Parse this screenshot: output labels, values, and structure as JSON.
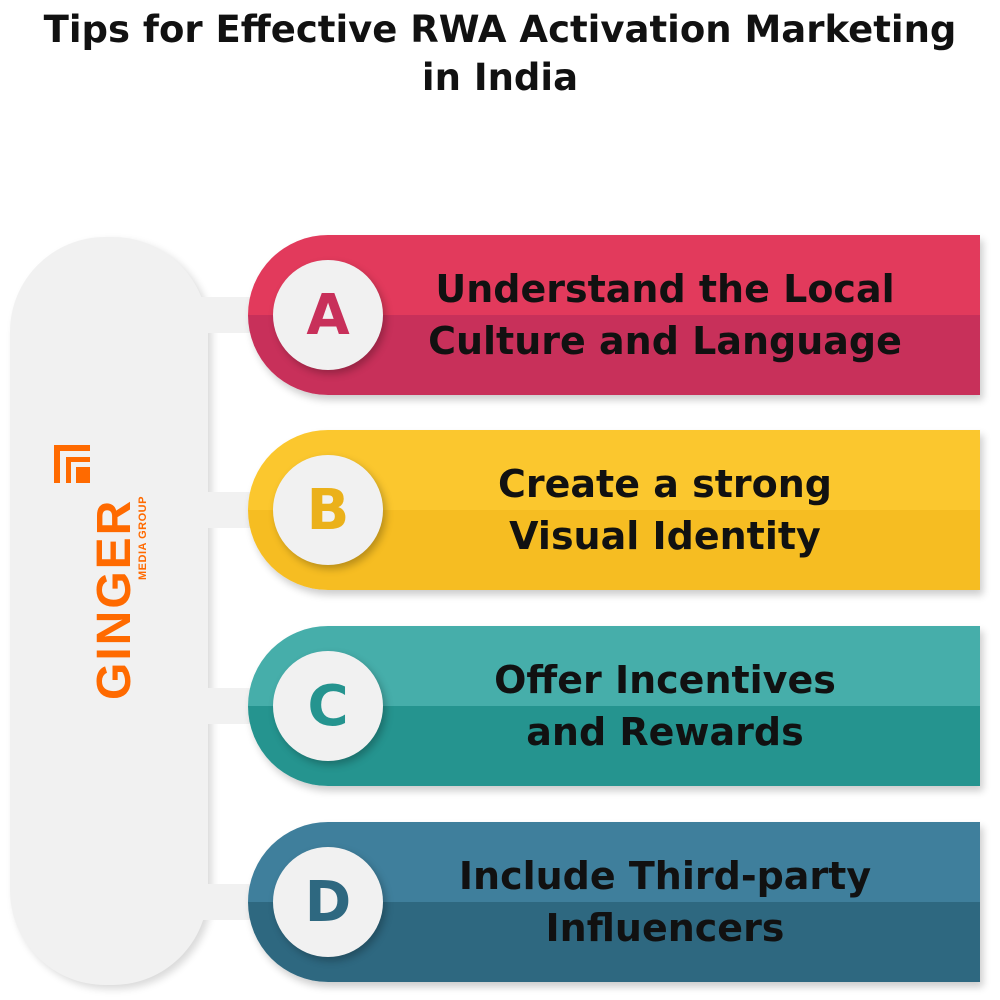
{
  "title": "Tips for Effective RWA Activation Marketing\nin India",
  "logo": {
    "name": "GINGER",
    "tagline": "MEDIA GROUP",
    "color": "#ff6a00"
  },
  "items": [
    {
      "letter": "A",
      "text": "Understand the Local\nCulture and Language",
      "color_top": "#e23a5c",
      "color_bottom": "#c8305a",
      "letter_color": "#c8305a"
    },
    {
      "letter": "B",
      "text": "Create a strong\nVisual Identity",
      "color_top": "#fbc72e",
      "color_bottom": "#f6bd22",
      "letter_color": "#ebb11a"
    },
    {
      "letter": "C",
      "text": "Offer Incentives\nand Rewards",
      "color_top": "#46aeaa",
      "color_bottom": "#25948f",
      "letter_color": "#25948f"
    },
    {
      "letter": "D",
      "text": "Include Third-party\nInfluencers",
      "color_top": "#3f7f9c",
      "color_bottom": "#2e6880",
      "letter_color": "#2e6880"
    }
  ]
}
